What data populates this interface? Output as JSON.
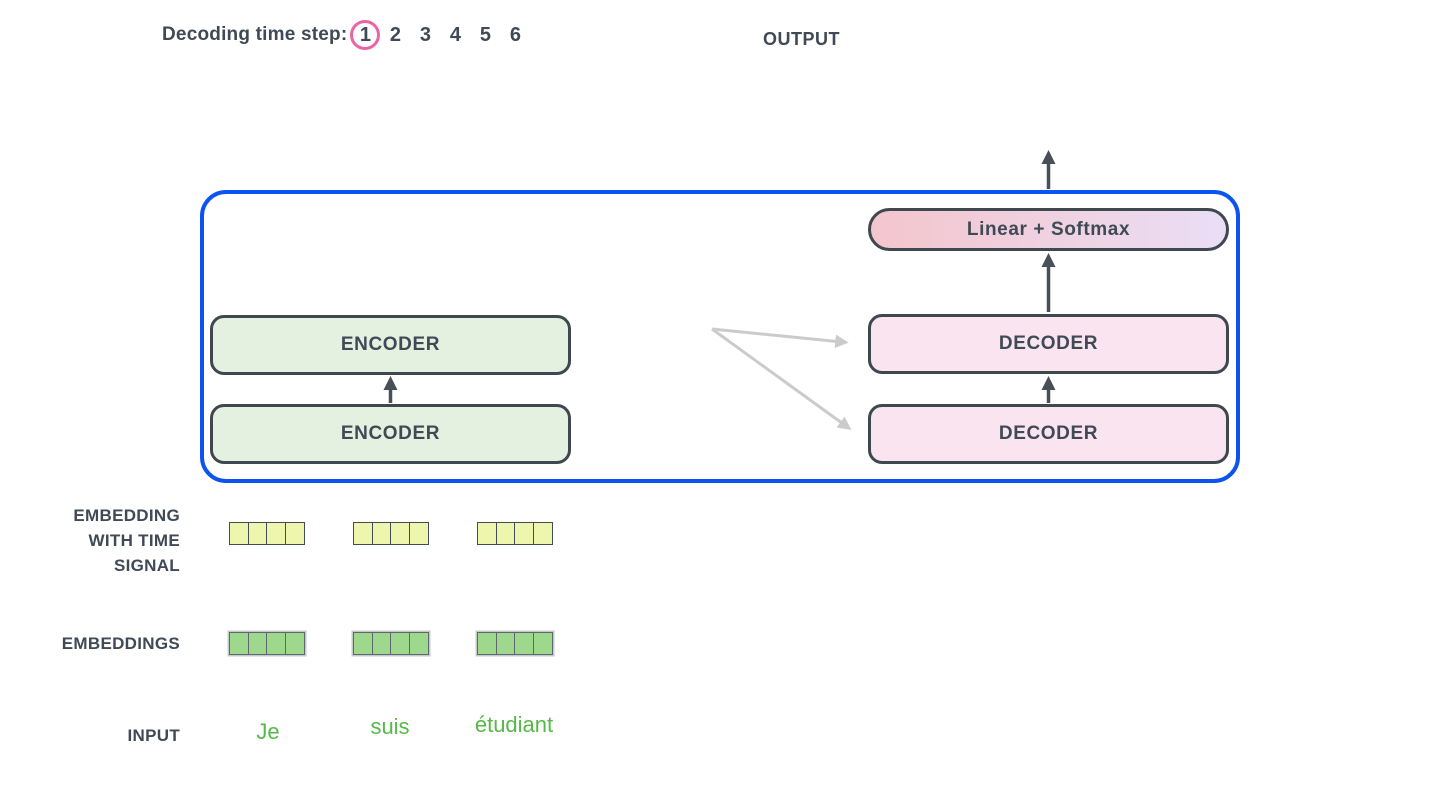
{
  "header": {
    "decoding_label": "Decoding time step:",
    "steps": [
      "1",
      "2",
      "3",
      "4",
      "5",
      "6"
    ],
    "active_step": "1",
    "output_label": "OUTPUT"
  },
  "diagram": {
    "encoder_top": "ENCODER",
    "encoder_bottom": "ENCODER",
    "decoder_top": "DECODER",
    "decoder_bottom": "DECODER",
    "linear_softmax": "Linear + Softmax"
  },
  "labels": {
    "embedding_time_line1": "EMBEDDING",
    "embedding_time_line2": "WITH TIME",
    "embedding_time_line3": "SIGNAL",
    "embeddings": "EMBEDDINGS",
    "input": "INPUT"
  },
  "input_tokens": {
    "0": "Je",
    "1": "suis",
    "2": "étudiant"
  },
  "colors": {
    "text_dark": "#3f4a56",
    "box_border": "#3f474f",
    "container_blue": "#0d53f0",
    "step_circle_pink": "#ec64a4",
    "encoder_fill": "#e5f1e0",
    "decoder_fill": "#f9e4ef",
    "linear_gradient_left": "#f4c5cc",
    "linear_gradient_right": "#eadef6",
    "arrow_dark": "#474f58",
    "arrow_gray": "#cbcbcb",
    "embedding_yellow": "#edf6ac",
    "embedding_green": "#9ed88d",
    "input_green": "#55b947"
  }
}
